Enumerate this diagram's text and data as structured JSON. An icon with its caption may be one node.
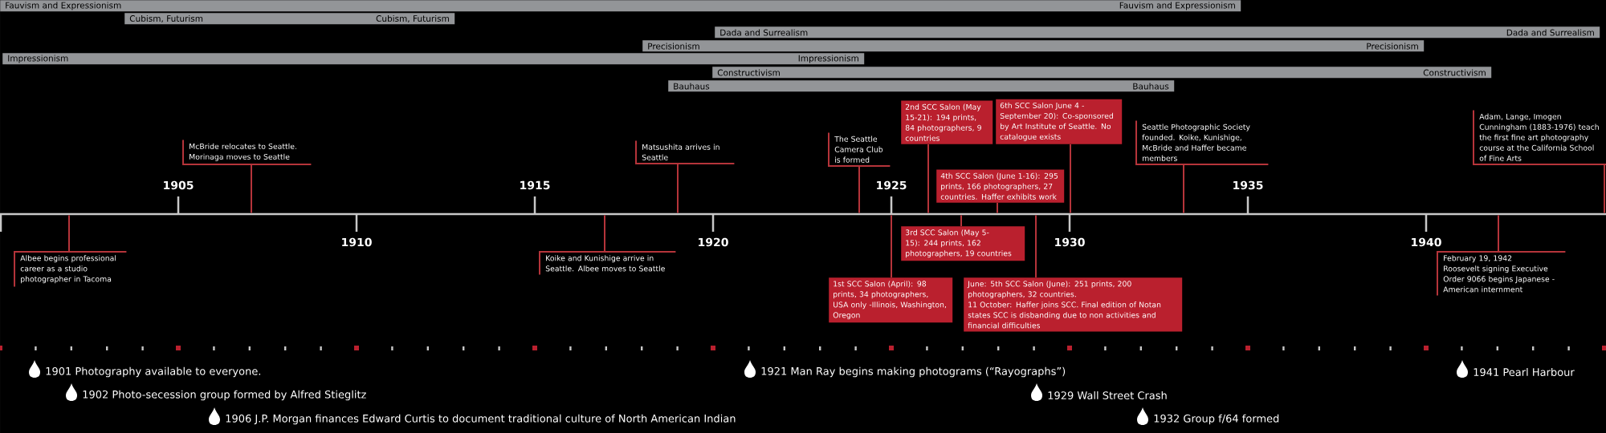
{
  "diagram": {
    "nodes": [
      {
        "text": [
          "Fauvism and Expressionism",
          "Fauvism and Expressionism"
        ]
      },
      {
        "text": [
          "Cubism, Futurism",
          "Cubism, Futurism"
        ]
      },
      {
        "text": [
          "Dada and Surrealism",
          "Dada and Surrealism"
        ]
      },
      {
        "text": [
          "Precisionism",
          "Precisionism"
        ]
      },
      {
        "text": [
          "Impressionism",
          "Impressionism"
        ]
      },
      {
        "text": [
          "Constructivism",
          "Constructivism"
        ]
      },
      {
        "text": [
          "Bauhaus",
          "Bauhaus"
        ]
      },
      {
        "text": [
          "Albee begins professional career as a studio photographer in Tacoma"
        ]
      },
      {
        "text": [
          "McBride relocates to Seattle. Morinaga moves to Seattle"
        ]
      },
      {
        "text": [
          "Matsushita arrives in Seattle"
        ]
      },
      {
        "text": [
          "Koike and Kunishige arrive in Seattle. Albee moves to Seattle"
        ]
      },
      {
        "text": [
          "The Seattle Camera Club is formed"
        ]
      },
      {
        "text": [
          "2nd SCC Salon (May 15-21): 194 prints, 84 photographers, 9 countries"
        ]
      },
      {
        "text": [
          "6th SCC Salon June 4 - September 20): Co-sponsored by Art Institute of Seattle. No catalogue exists"
        ]
      },
      {
        "text": [
          "4th SCC Salon (June 1-16): 295 prints, 166 photographers, 27 countries. Haffer exhibits work"
        ]
      },
      {
        "text": [
          "3rd SCC Salon (May 5-15): 244 prints, 162 photographers, 19 countries"
        ]
      },
      {
        "text": [
          "1st SCC Salon (April): 98 prints, 34 photographers, USA only -Illinois, Washington, Oregon"
        ]
      },
      {
        "text": [
          "June: 5th SCC Salon (June): 251 prints, 200 photographers, 32 countries.",
          "11 October: Haffer joins SCC. Final edition of Notan states SCC is disbanding due to non activities and financial difficulties"
        ]
      },
      {
        "text": [
          "Seattle Photographic Society founded. Koike, Kunishige, McBride and Haffer became members"
        ]
      },
      {
        "text": [
          "Adam, Lange, Imogen Cunningham (1883-1976) teach the first fine art photography course at the California School of Fine Arts"
        ]
      },
      {
        "text": [
          "February 19, 1942",
          "Roosevelt signing Executive Order 9066 begins Japanese - American internment"
        ]
      },
      {
        "text": [],
        "shape": "bar"
      }
    ],
    "edges": [
      {
        "from": 7,
        "to": 21,
        "arrow": "none"
      },
      {
        "from": 8,
        "to": 21,
        "arrow": "none"
      },
      {
        "from": 9,
        "to": 21,
        "arrow": "none"
      },
      {
        "from": 10,
        "to": 21,
        "arrow": "none"
      },
      {
        "from": 11,
        "to": 21,
        "arrow": "none"
      },
      {
        "from": 12,
        "to": 21,
        "arrow": "none"
      },
      {
        "from": 13,
        "to": 21,
        "arrow": "none"
      },
      {
        "from": 14,
        "to": 21,
        "arrow": "none"
      },
      {
        "from": 15,
        "to": 21,
        "arrow": "none"
      },
      {
        "from": 16,
        "to": 21,
        "arrow": "none"
      },
      {
        "from": 17,
        "to": 21,
        "arrow": "none"
      },
      {
        "from": 18,
        "to": 21,
        "arrow": "none"
      },
      {
        "from": 19,
        "to": 21,
        "arrow": "none"
      },
      {
        "from": 20,
        "to": 21,
        "arrow": "none"
      }
    ],
    "labels": [
      "1905",
      "1910",
      "1915",
      "1920",
      "1925",
      "1930",
      "1935",
      "1940",
      "1901 Photography available to everyone.",
      "1902 Photo-secession group formed by Alfred Stieglitz",
      "1906 J.P. Morgan finances Edward Curtis to document traditional culture of North American Indian",
      "1921 Man Ray begins making photograms (“Rayographs”)",
      "1929 Wall Street Crash",
      "1932 Group f/64 formed",
      "1941 Pearl Harbour"
    ]
  }
}
